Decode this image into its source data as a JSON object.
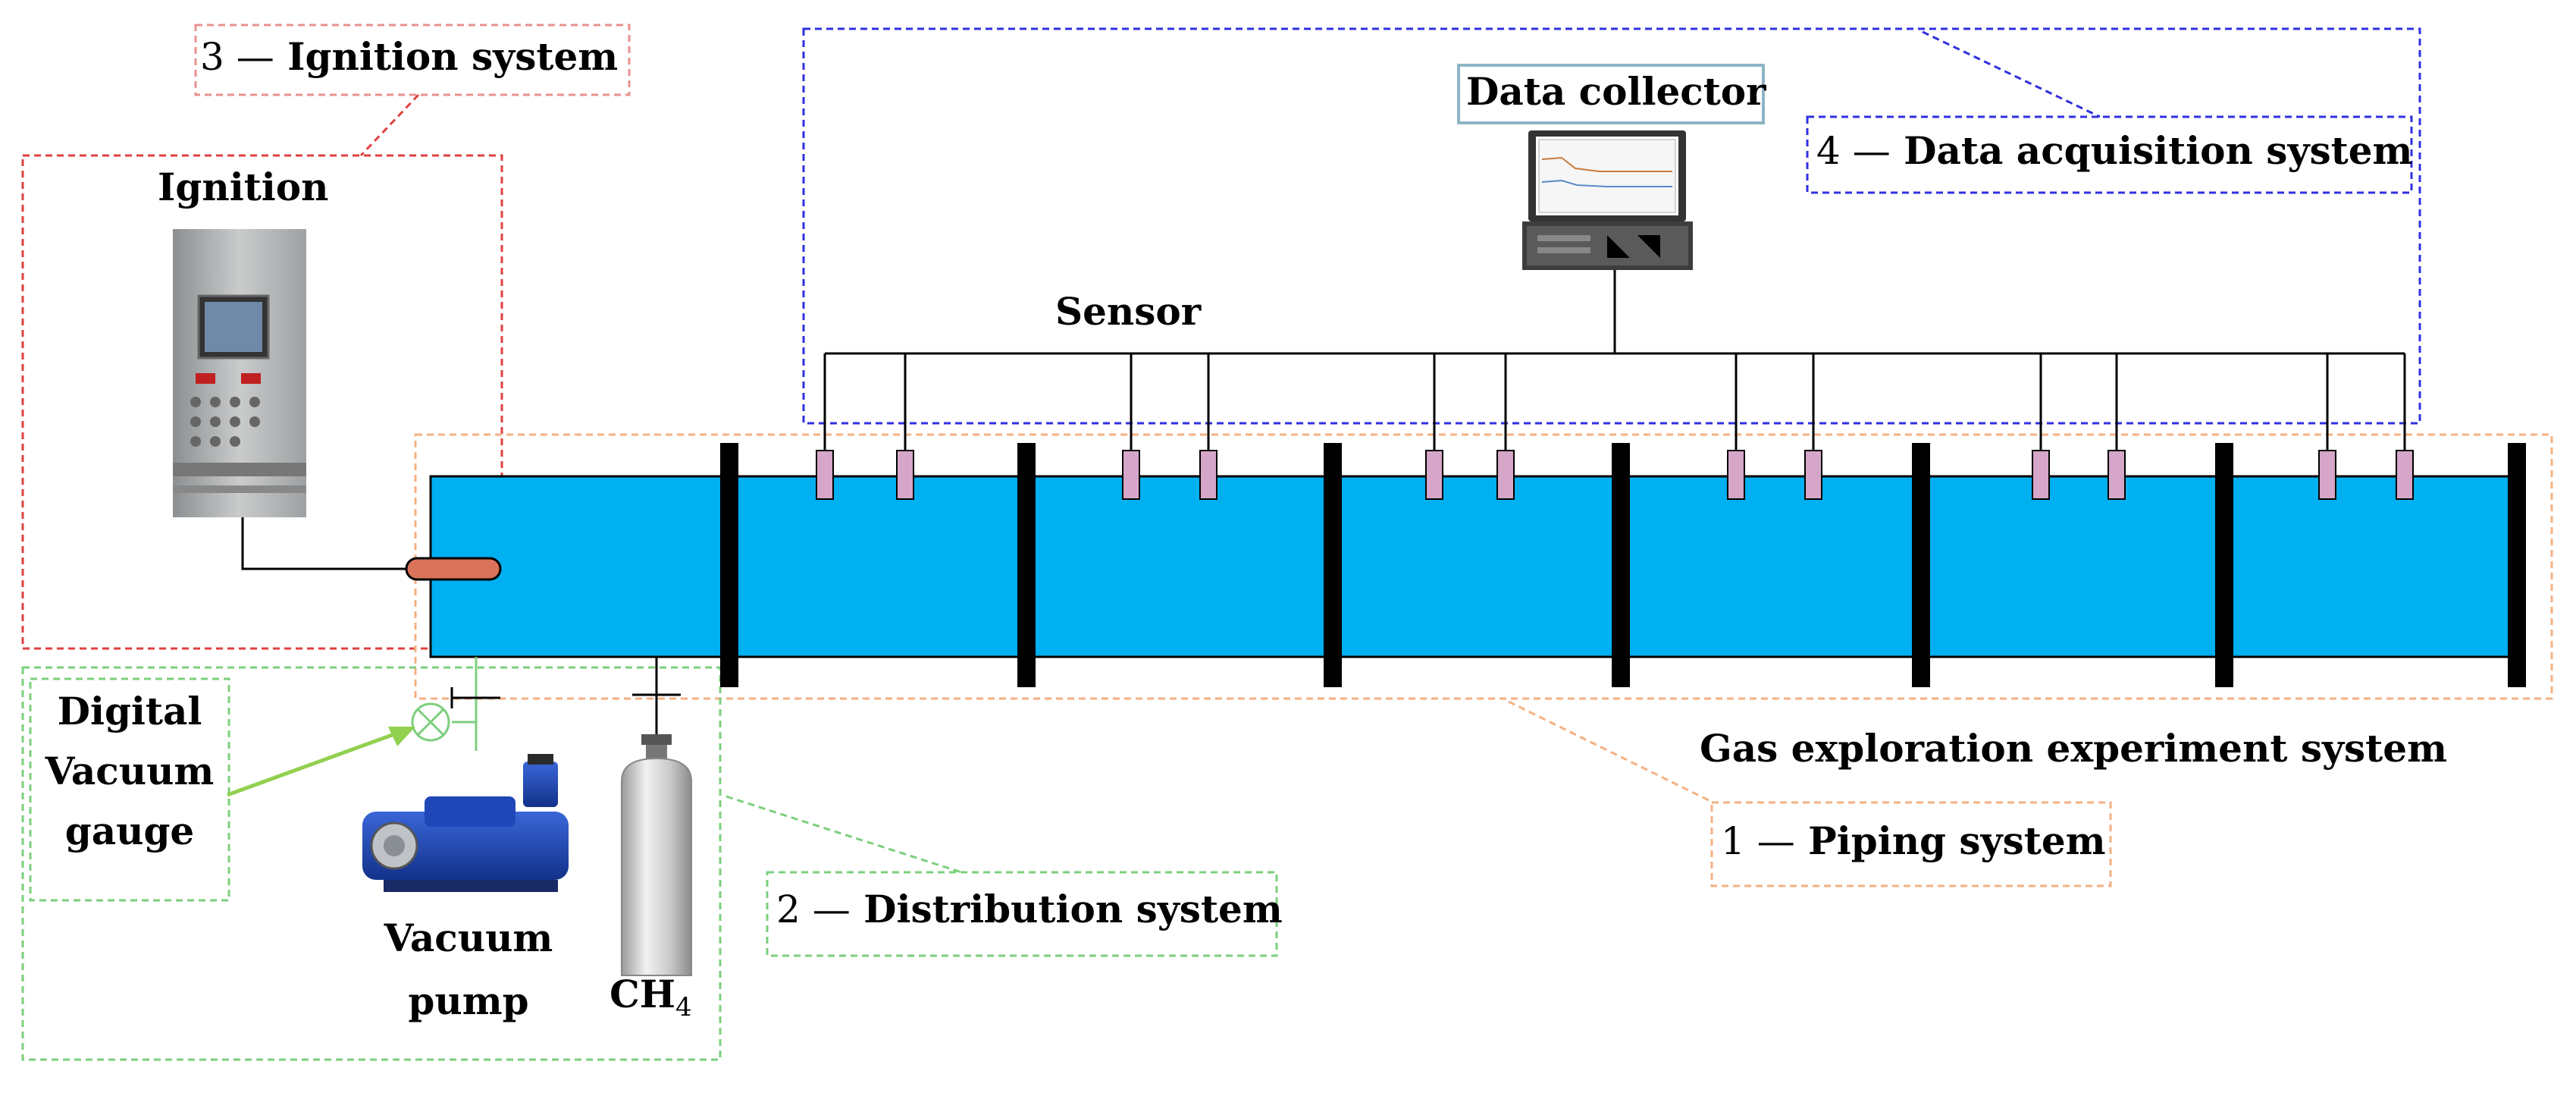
{
  "labels": {
    "ignition_system": {
      "num": "3 —",
      "text": "Ignition system"
    },
    "ignition": "Ignition",
    "data_collector": "Data collector",
    "data_acquisition_system": {
      "num": "4 —",
      "text": "Data acquisition system"
    },
    "sensor": "Sensor",
    "digital_vacuum_gauge": [
      "Digital",
      "Vacuum",
      "gauge"
    ],
    "vacuum_pump": [
      "Vacuum",
      "pump"
    ],
    "ch4": {
      "main": "CH",
      "sub": "4"
    },
    "distribution_system": {
      "num": "2 —",
      "text": "Distribution system"
    },
    "gas_exploration_experiment_system": "Gas exploration experiment system",
    "piping_system": {
      "num": "1 —",
      "text": "Piping system"
    }
  },
  "colors": {
    "pipe": "#00b0f0",
    "flange": "#000000",
    "sensor": "#d5a6c8",
    "igniter": "#d9735a",
    "ignition_box": "#e04040",
    "acquisition_box": "#3030e0",
    "piping_box": "#f4b183",
    "distribution_box": "#7ccf7c",
    "collector_box": "#8fb4c4",
    "gauge_arrow": "#92d050"
  },
  "sensor_count": 12,
  "pipe_section_count": 7
}
